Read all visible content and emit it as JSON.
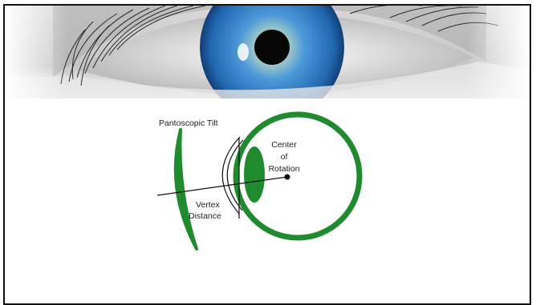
{
  "banner": {
    "image": "eye-closeup-photo",
    "iris_color": "#3f8fd6"
  },
  "diagram": {
    "labels": {
      "pantoscopic_tilt": "Pantoscopic Tilt",
      "center_line1": "Center",
      "center_line2": "of",
      "center_line3": "Rotation",
      "vertex_line1": "Vertex",
      "vertex_line2": "Distance"
    },
    "colors": {
      "eye": "#1f8a2e",
      "outline": "#111111"
    }
  }
}
